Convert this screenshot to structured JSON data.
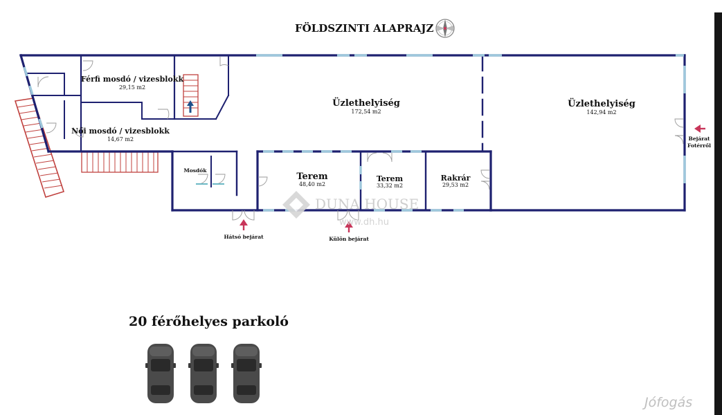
{
  "title": "FÖLDSZINTI ALAPRAJZ",
  "rooms": {
    "ferfi": {
      "name": "Férfi mosdó / vizesblokk",
      "area": "29,15 m2"
    },
    "noi": {
      "name": "Női mosdó / vizesblokk",
      "area": "14,67 m2"
    },
    "mosdok": {
      "name": "Mosdók"
    },
    "uzlet1": {
      "name": "Üzlethelyiség",
      "area": "172,54 m2"
    },
    "uzlet2": {
      "name": "Üzlethelyiség",
      "area": "142,94 m2"
    },
    "terem1": {
      "name": "Terem",
      "area": "48,40 m2"
    },
    "terem2": {
      "name": "Terem",
      "area": "33,32 m2"
    },
    "rakt": {
      "name": "Rakrár",
      "area": "29,53 m2"
    }
  },
  "entrances": {
    "hatso": "Hátsó bejárat",
    "kulon": "Külön bejárat",
    "foter_line1": "Bejárat",
    "foter_line2": "Fotérről"
  },
  "watermark": {
    "brand": "DUNA HOUSE",
    "site": "www.dh.hu"
  },
  "parking": {
    "label": "20 férőhelyes parkoló",
    "car_icon_count": 3
  },
  "site_brand": "Jófogás",
  "colors": {
    "wall": "#1e2170",
    "window": "#9ec8dc",
    "stairs": "#c0413e",
    "arrow": "#c8365a"
  }
}
